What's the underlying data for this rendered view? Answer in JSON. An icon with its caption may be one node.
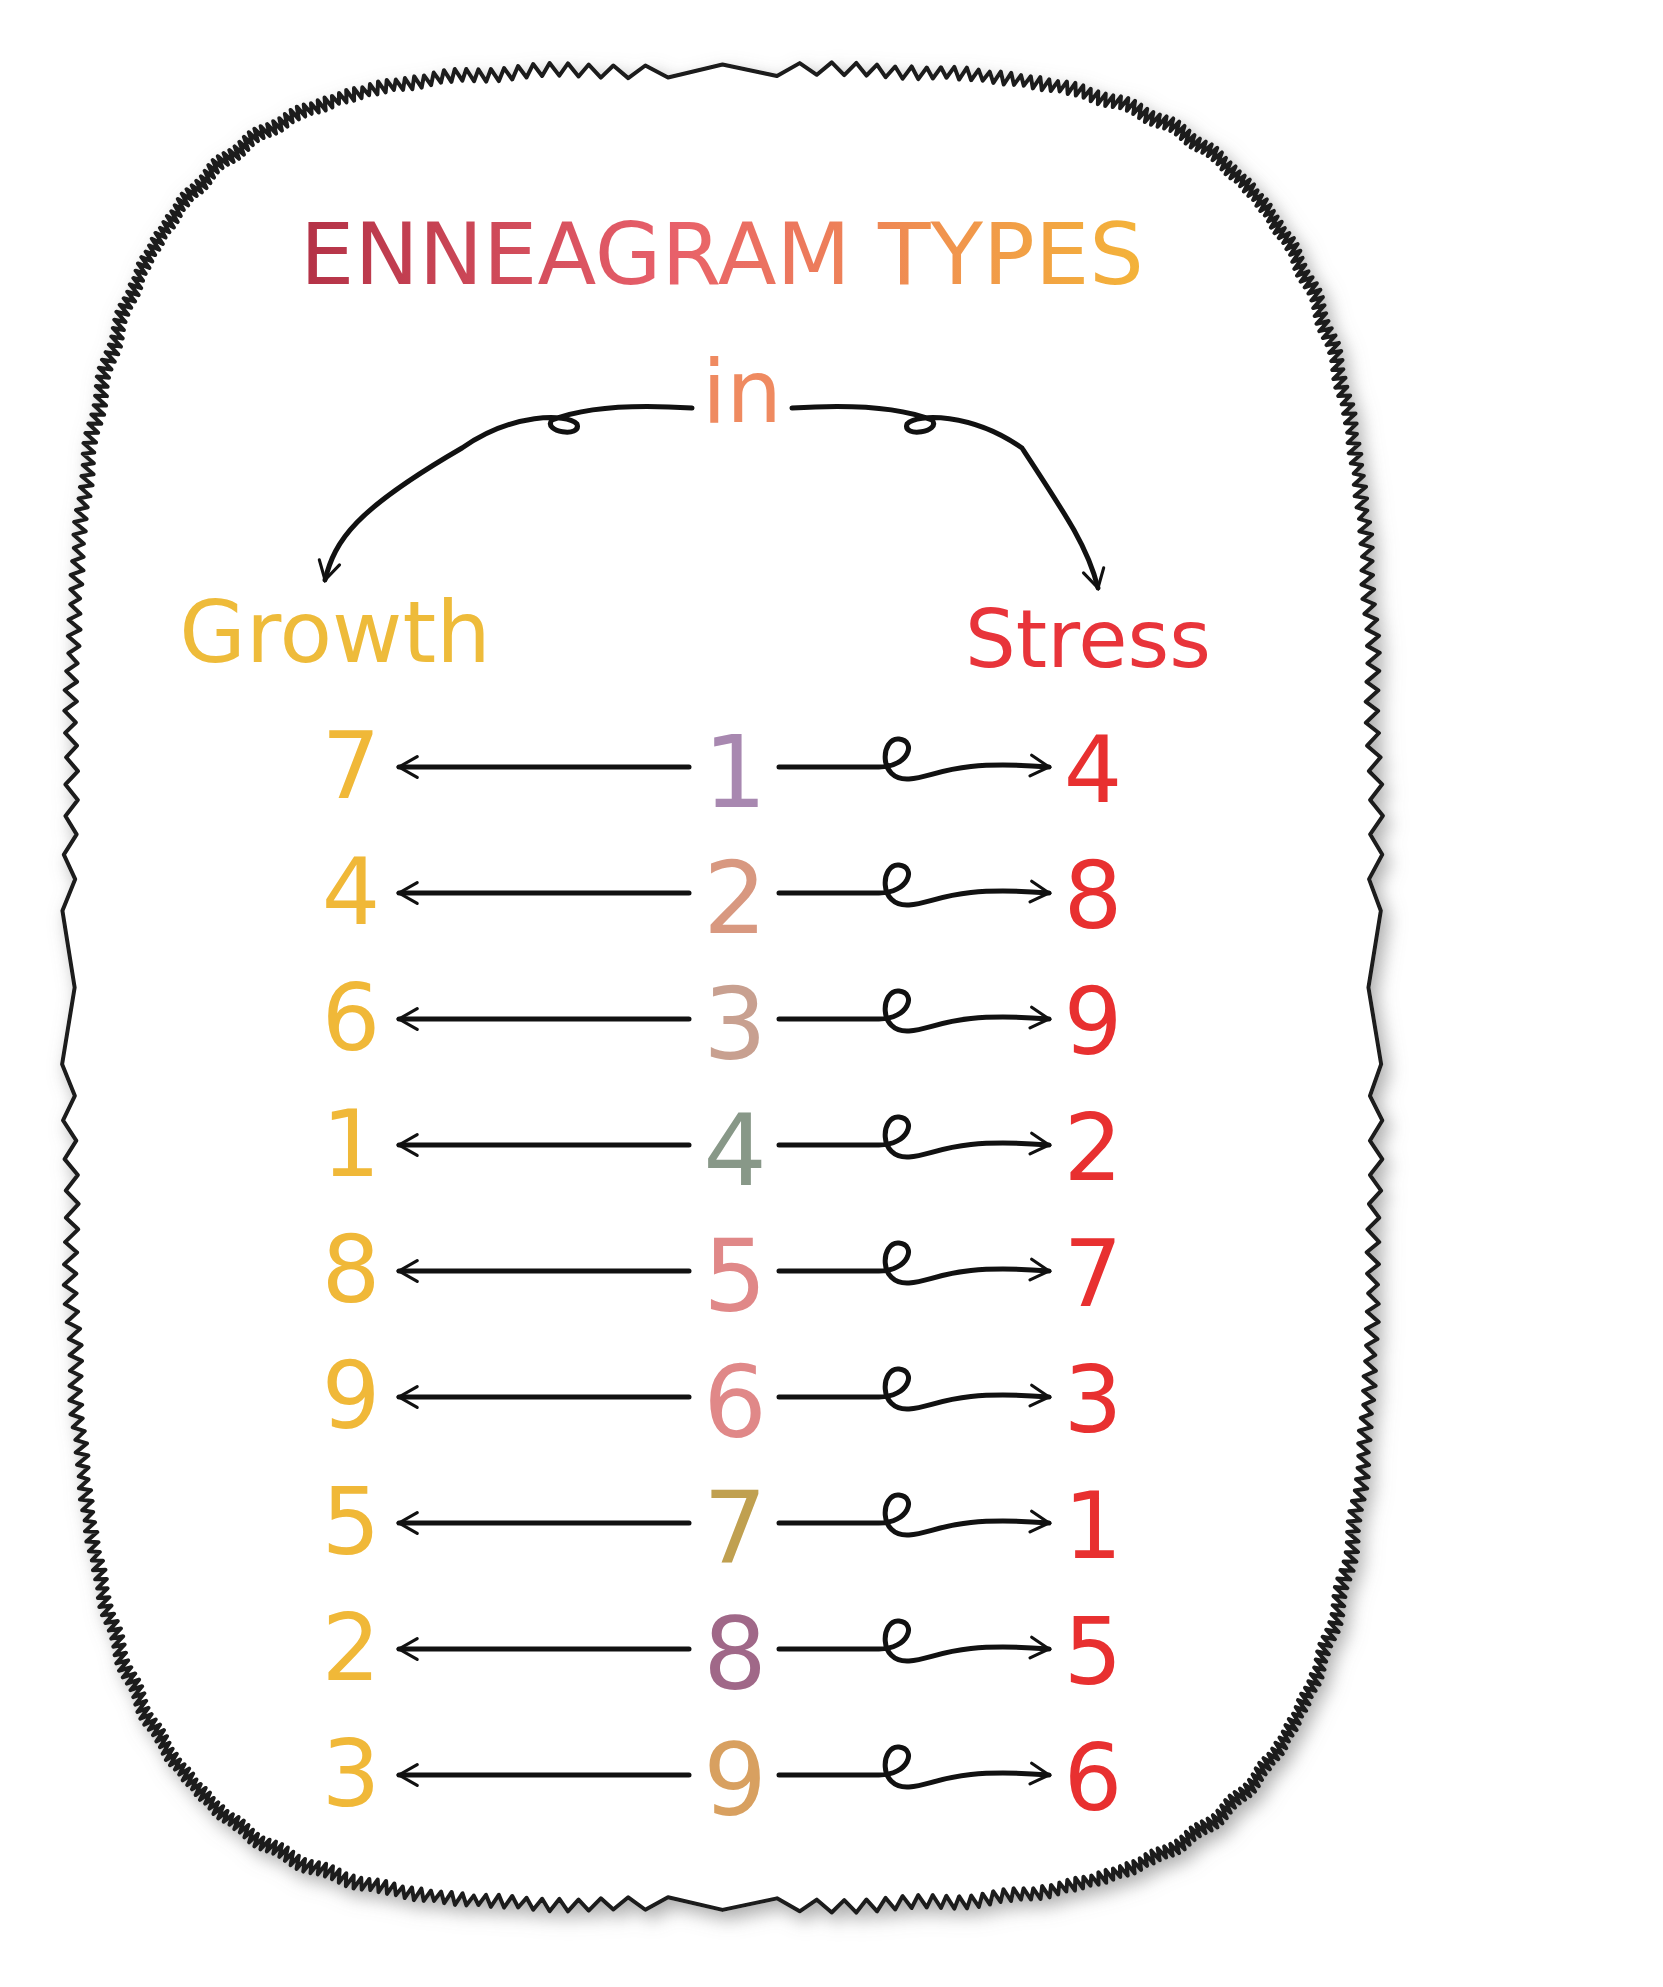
{
  "diagram": {
    "title": "ENNEAGRAM TYPES",
    "nodes": [
      {
        "text": [
          "in"
        ]
      },
      {
        "text": [
          "Growth"
        ]
      },
      {
        "text": [
          "Stress"
        ]
      },
      {
        "text": [
          "7"
        ]
      },
      {
        "text": [
          "1"
        ]
      },
      {
        "text": [
          "4"
        ]
      },
      {
        "text": [
          "4"
        ]
      },
      {
        "text": [
          "2"
        ]
      },
      {
        "text": [
          "8"
        ]
      },
      {
        "text": [
          "6"
        ]
      },
      {
        "text": [
          "3"
        ]
      },
      {
        "text": [
          "9"
        ]
      },
      {
        "text": [
          "1"
        ]
      },
      {
        "text": [
          "4"
        ]
      },
      {
        "text": [
          "2"
        ]
      },
      {
        "text": [
          "8"
        ]
      },
      {
        "text": [
          "5"
        ]
      },
      {
        "text": [
          "7"
        ]
      },
      {
        "text": [
          "9"
        ]
      },
      {
        "text": [
          "6"
        ]
      },
      {
        "text": [
          "3"
        ]
      },
      {
        "text": [
          "5"
        ]
      },
      {
        "text": [
          "7"
        ]
      },
      {
        "text": [
          "1"
        ]
      },
      {
        "text": [
          "2"
        ]
      },
      {
        "text": [
          "8"
        ]
      },
      {
        "text": [
          "5"
        ]
      },
      {
        "text": [
          "3"
        ]
      },
      {
        "text": [
          "9"
        ]
      },
      {
        "text": [
          "6"
        ]
      }
    ],
    "edges": [
      {
        "from": 0,
        "to": 1,
        "arrow": "to"
      },
      {
        "from": 0,
        "to": 2,
        "arrow": "to"
      },
      {
        "from": 4,
        "to": 3,
        "arrow": "to"
      },
      {
        "from": 4,
        "to": 5,
        "arrow": "to"
      },
      {
        "from": 7,
        "to": 6,
        "arrow": "to"
      },
      {
        "from": 7,
        "to": 8,
        "arrow": "to"
      },
      {
        "from": 10,
        "to": 9,
        "arrow": "to"
      },
      {
        "from": 10,
        "to": 11,
        "arrow": "to"
      },
      {
        "from": 13,
        "to": 12,
        "arrow": "to"
      },
      {
        "from": 13,
        "to": 14,
        "arrow": "to"
      },
      {
        "from": 16,
        "to": 15,
        "arrow": "to"
      },
      {
        "from": 16,
        "to": 17,
        "arrow": "to"
      },
      {
        "from": 19,
        "to": 18,
        "arrow": "to"
      },
      {
        "from": 19,
        "to": 20,
        "arrow": "to"
      },
      {
        "from": 22,
        "to": 21,
        "arrow": "to"
      },
      {
        "from": 22,
        "to": 23,
        "arrow": "to"
      },
      {
        "from": 25,
        "to": 24,
        "arrow": "to"
      },
      {
        "from": 25,
        "to": 26,
        "arrow": "to"
      },
      {
        "from": 28,
        "to": 27,
        "arrow": "to"
      },
      {
        "from": 28,
        "to": 29,
        "arrow": "to"
      }
    ]
  }
}
